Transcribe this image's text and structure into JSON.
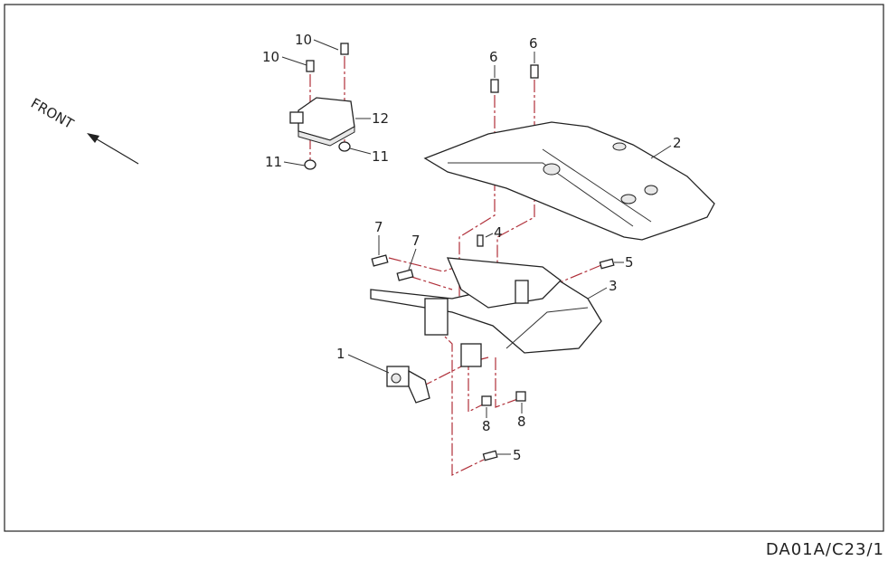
{
  "diagram": {
    "front_label": "FRONT",
    "drawing_code": "DA01A/C23/1",
    "callouts": {
      "p1": "1",
      "p2": "2",
      "p3": "3",
      "p4": "4",
      "p5a": "5",
      "p5b": "5",
      "p6a": "6",
      "p6b": "6",
      "p7a": "7",
      "p7b": "7",
      "p8a": "8",
      "p8b": "8",
      "p10a": "10",
      "p10b": "10",
      "p11a": "11",
      "p11b": "11",
      "p12": "12"
    },
    "colors": {
      "centerline": "#b0303a",
      "line": "#222222"
    }
  }
}
